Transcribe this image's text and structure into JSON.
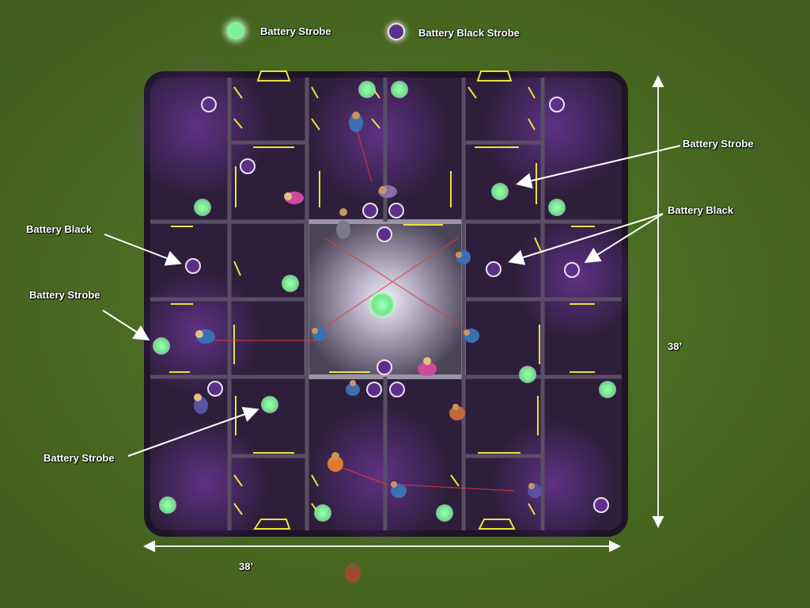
{
  "legend": {
    "strobe_label": "Battery Strobe",
    "black_strobe_label": "Battery Black Strobe"
  },
  "callouts": {
    "right_strobe": "Battery Strobe",
    "right_black": "Battery Black",
    "left_black": "Battery Black",
    "left_strobe": "Battery Strobe",
    "bottom_left_strobe": "Battery Strobe"
  },
  "dimensions": {
    "width": "38’",
    "height": "38’"
  },
  "colors": {
    "grass": "#4a6a22",
    "arena": "#2a1d36",
    "strobe_light": "#7ef29a",
    "black_light": "#5e2f88",
    "accent_yellow": "#e8e23c"
  },
  "icons": {
    "strobe": "green-strobe-light-icon",
    "black_strobe": "purple-black-strobe-icon",
    "player": "player-figure-icon"
  }
}
